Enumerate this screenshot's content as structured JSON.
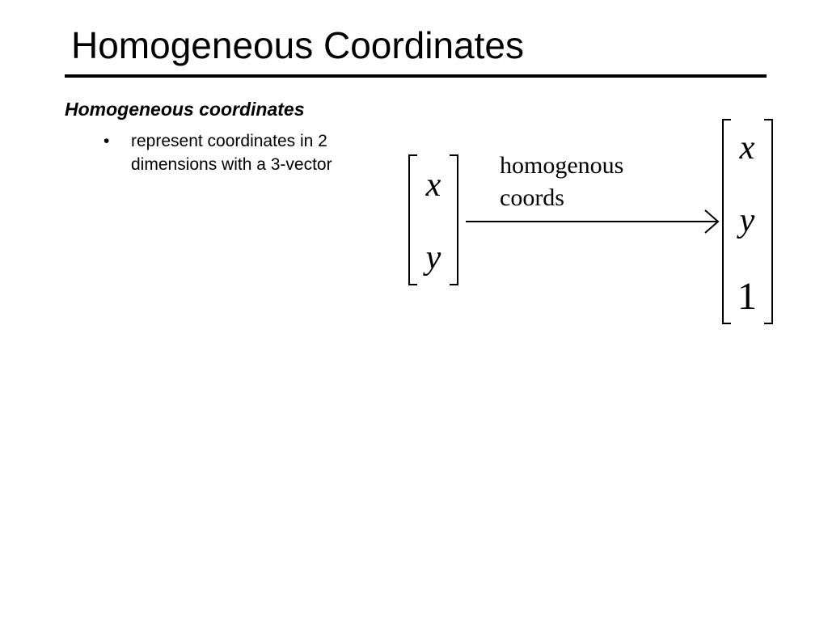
{
  "slide": {
    "title": "Homogeneous Coordinates",
    "section_heading": "Homogeneous coordinates",
    "bullets": [
      {
        "marker": "•",
        "text": "represent coordinates in 2 dimensions with a 3-vector"
      }
    ]
  },
  "diagram": {
    "source_vector": [
      "x",
      "y"
    ],
    "target_vector": [
      "x",
      "y",
      "1"
    ],
    "arrow_label_line1": "homogenous",
    "arrow_label_line2": "coords"
  }
}
